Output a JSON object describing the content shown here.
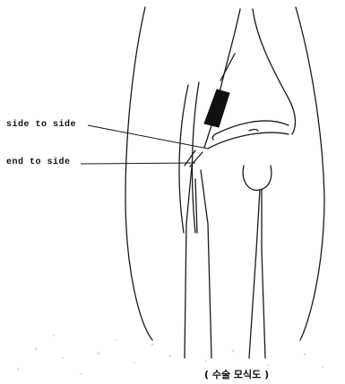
{
  "labels": {
    "side_to_side": "side to side",
    "end_to_side": "end to side"
  },
  "caption": "( 수술 모식도 )",
  "colors": {
    "line": "#1a1a1a",
    "graft_fill": "#111111",
    "background": "#ffffff",
    "speckle": "#c8c8c8"
  }
}
